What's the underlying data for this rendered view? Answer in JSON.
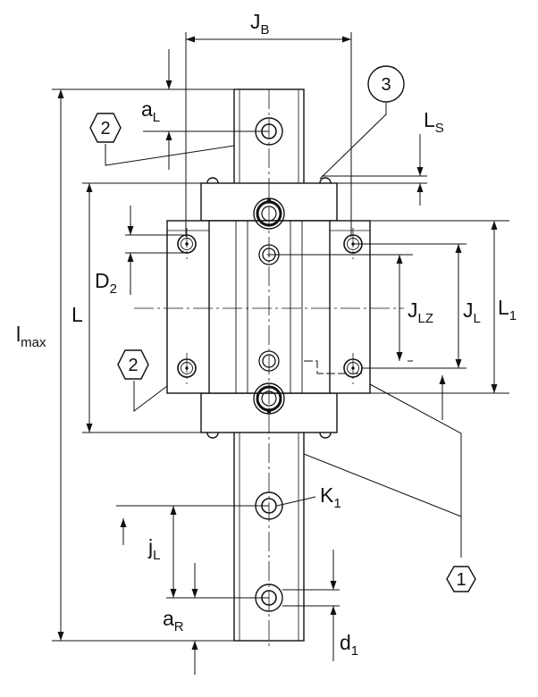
{
  "colors": {
    "stroke": "#111111",
    "background": "#ffffff"
  },
  "callouts": {
    "one": "1",
    "two": "2",
    "three": "3"
  },
  "labels": {
    "JB": {
      "main": "J",
      "sub": "B"
    },
    "aL": {
      "main": "a",
      "sub": "L"
    },
    "LS": {
      "main": "L",
      "sub": "S"
    },
    "L": {
      "main": "L"
    },
    "lmax": {
      "main": "l",
      "sub": "max"
    },
    "D2": {
      "main": "D",
      "sub": "2"
    },
    "JLZ": {
      "main": "J",
      "sub": "LZ"
    },
    "JL": {
      "main": "J",
      "sub": "L"
    },
    "L1": {
      "main": "L",
      "sub": "1"
    },
    "K1": {
      "main": "K",
      "sub": "1"
    },
    "jL": {
      "main": "j",
      "sub": "L"
    },
    "aR": {
      "main": "a",
      "sub": "R"
    },
    "d1": {
      "main": "d",
      "sub": "1"
    }
  }
}
